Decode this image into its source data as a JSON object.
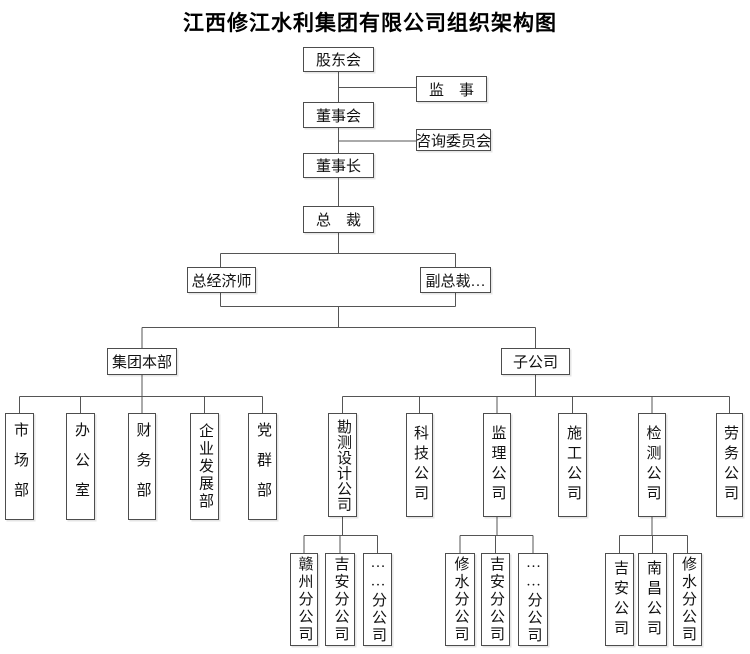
{
  "title": "江西修江水利集团有限公司组织架构图",
  "palette": {
    "line": "#555555",
    "box_border": "#4d4d4d",
    "text": "#111111",
    "background": "#ffffff"
  },
  "org": {
    "shareholders": {
      "label": "股东会"
    },
    "supervisor": {
      "label": "监　事"
    },
    "board": {
      "label": "董事会"
    },
    "advisory_committee": {
      "label": "咨询委员会"
    },
    "chairman": {
      "label": "董事长"
    },
    "president": {
      "label": "总　裁"
    },
    "chief_economist": {
      "label": "总经济师"
    },
    "vice_presidents": {
      "label": "副总裁…"
    },
    "headquarters": {
      "label": "集团本部",
      "departments": [
        "市场部",
        "办公室",
        "财务部",
        "企业发展部",
        "党群部"
      ]
    },
    "subsidiaries": {
      "label": "子公司",
      "companies": [
        "勘测设计公司",
        "科技公司",
        "监理公司",
        "施工公司",
        "检测公司",
        "劳务公司"
      ],
      "branches": {
        "survey_design": [
          "赣州分公司",
          "吉安分公司",
          "……分公司"
        ],
        "supervision": [
          "修水分公司",
          "吉安分公司",
          "……分公司"
        ],
        "testing": [
          "吉安公司",
          "南昌公司",
          "修水分公司"
        ]
      }
    }
  }
}
